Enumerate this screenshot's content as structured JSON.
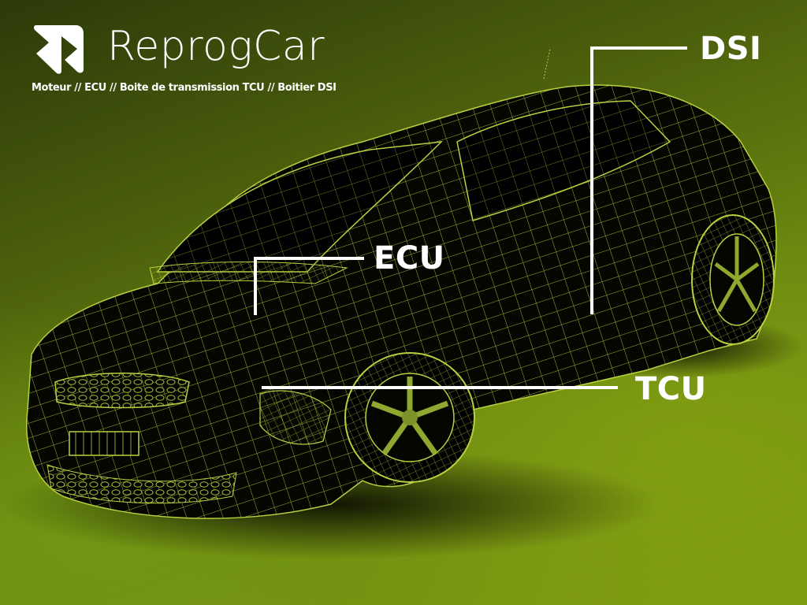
{
  "brand": {
    "name": "ReprogCar",
    "logo_icon": "reprogcar-logo-icon",
    "tagline": "Moteur // ECU // Boite de transmission TCU // Boitier DSI"
  },
  "callouts": {
    "dsi": {
      "label": "DSI"
    },
    "ecu": {
      "label": "ECU"
    },
    "tcu": {
      "label": "TCU"
    }
  },
  "image": {
    "subject": "wireframe-hatchback-car",
    "wire_color": "#c8e04a",
    "body_color": "#050600"
  },
  "colors": {
    "background_dark": "#2c3a0a",
    "background_light": "#7e9c12",
    "text": "#ffffff",
    "callout_line": "#ffffff"
  }
}
